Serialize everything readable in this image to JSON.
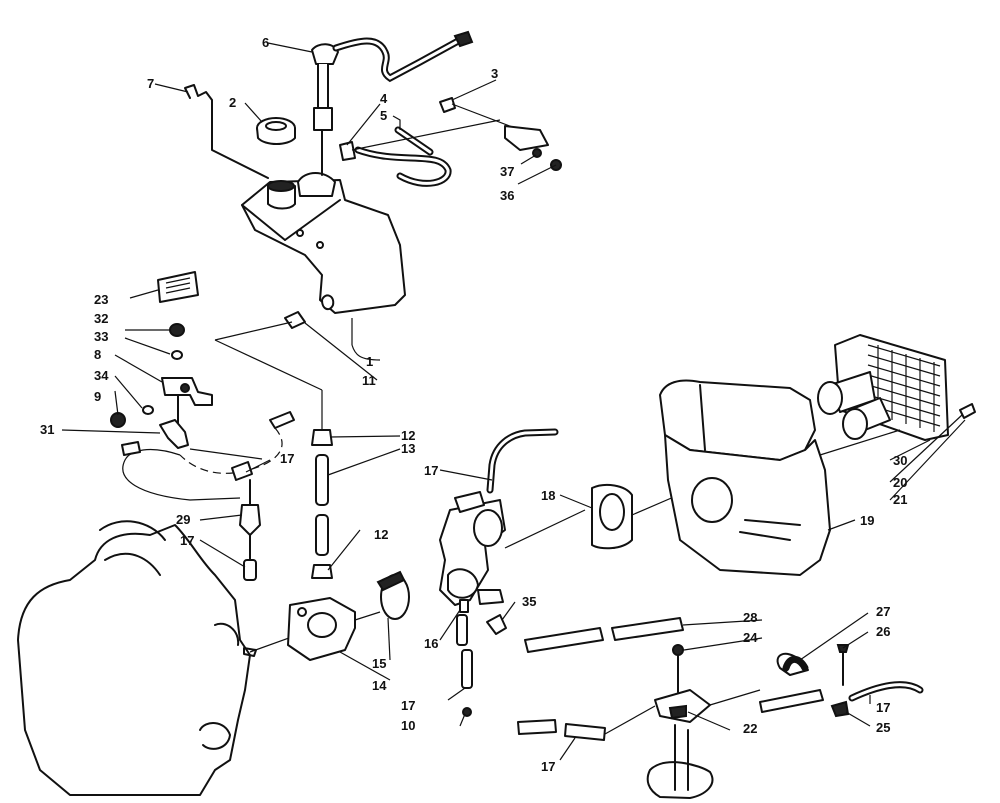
{
  "callouts": [
    {
      "id": "c1",
      "label": "1"
    },
    {
      "id": "c2",
      "label": "2"
    },
    {
      "id": "c3",
      "label": "3"
    },
    {
      "id": "c4",
      "label": "4"
    },
    {
      "id": "c5",
      "label": "5"
    },
    {
      "id": "c6",
      "label": "6"
    },
    {
      "id": "c7",
      "label": "7"
    },
    {
      "id": "c8",
      "label": "8"
    },
    {
      "id": "c9",
      "label": "9"
    },
    {
      "id": "c10",
      "label": "10"
    },
    {
      "id": "c11",
      "label": "11"
    },
    {
      "id": "c12a",
      "label": "12"
    },
    {
      "id": "c12b",
      "label": "12"
    },
    {
      "id": "c13",
      "label": "13"
    },
    {
      "id": "c14",
      "label": "14"
    },
    {
      "id": "c15",
      "label": "15"
    },
    {
      "id": "c16",
      "label": "16"
    },
    {
      "id": "c17a",
      "label": "17"
    },
    {
      "id": "c17b",
      "label": "17"
    },
    {
      "id": "c17c",
      "label": "17"
    },
    {
      "id": "c17d",
      "label": "17"
    },
    {
      "id": "c17e",
      "label": "17"
    },
    {
      "id": "c17f",
      "label": "17"
    },
    {
      "id": "c18",
      "label": "18"
    },
    {
      "id": "c19",
      "label": "19"
    },
    {
      "id": "c20",
      "label": "20"
    },
    {
      "id": "c21",
      "label": "21"
    },
    {
      "id": "c22",
      "label": "22"
    },
    {
      "id": "c23",
      "label": "23"
    },
    {
      "id": "c24",
      "label": "24"
    },
    {
      "id": "c25",
      "label": "25"
    },
    {
      "id": "c26",
      "label": "26"
    },
    {
      "id": "c27",
      "label": "27"
    },
    {
      "id": "c28",
      "label": "28"
    },
    {
      "id": "c29",
      "label": "29"
    },
    {
      "id": "c30",
      "label": "30"
    },
    {
      "id": "c31",
      "label": "31"
    },
    {
      "id": "c32",
      "label": "32"
    },
    {
      "id": "c33",
      "label": "33"
    },
    {
      "id": "c34",
      "label": "34"
    },
    {
      "id": "c35",
      "label": "35"
    },
    {
      "id": "c36",
      "label": "36"
    },
    {
      "id": "c37",
      "label": "37"
    }
  ]
}
